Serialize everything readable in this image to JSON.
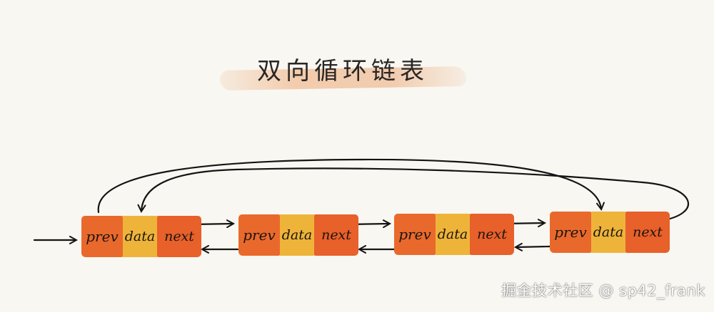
{
  "title": "双向循环链表",
  "nodes": [
    {
      "prev": "prev",
      "data": "data",
      "next": "next"
    },
    {
      "prev": "prev",
      "data": "data",
      "next": "next"
    },
    {
      "prev": "prev",
      "data": "data",
      "next": "next"
    },
    {
      "prev": "prev",
      "data": "data",
      "next": "next"
    }
  ],
  "watermark": "掘金技术社区 @ sp42_frank",
  "colors": {
    "prev_cell": "#e9692c",
    "data_cell": "#eeb43a",
    "next_cell": "#e8602a",
    "ink": "#1c1410",
    "background": "#f8f7f2"
  }
}
